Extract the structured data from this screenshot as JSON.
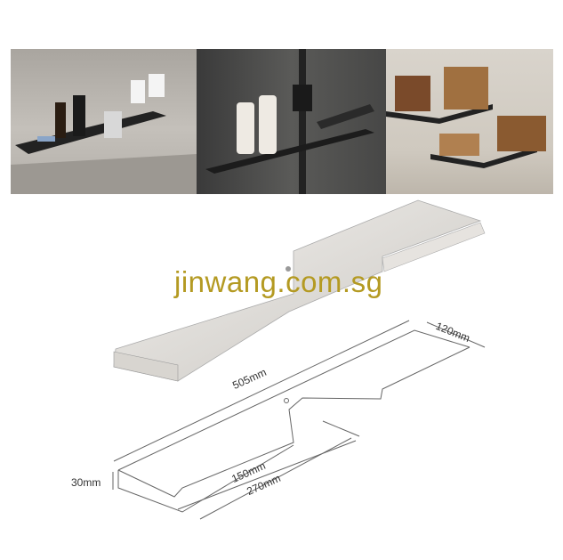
{
  "photos": [
    {
      "name": "photo-bathroom-sink-shelf"
    },
    {
      "name": "photo-shower-shelf"
    },
    {
      "name": "photo-kitchen-corner-shelf"
    }
  ],
  "watermark": "jinwang.com.sg",
  "dimensions": {
    "length": "505mm",
    "depth": "120mm",
    "height": "30mm",
    "inner": "150mm",
    "section": "270mm"
  }
}
